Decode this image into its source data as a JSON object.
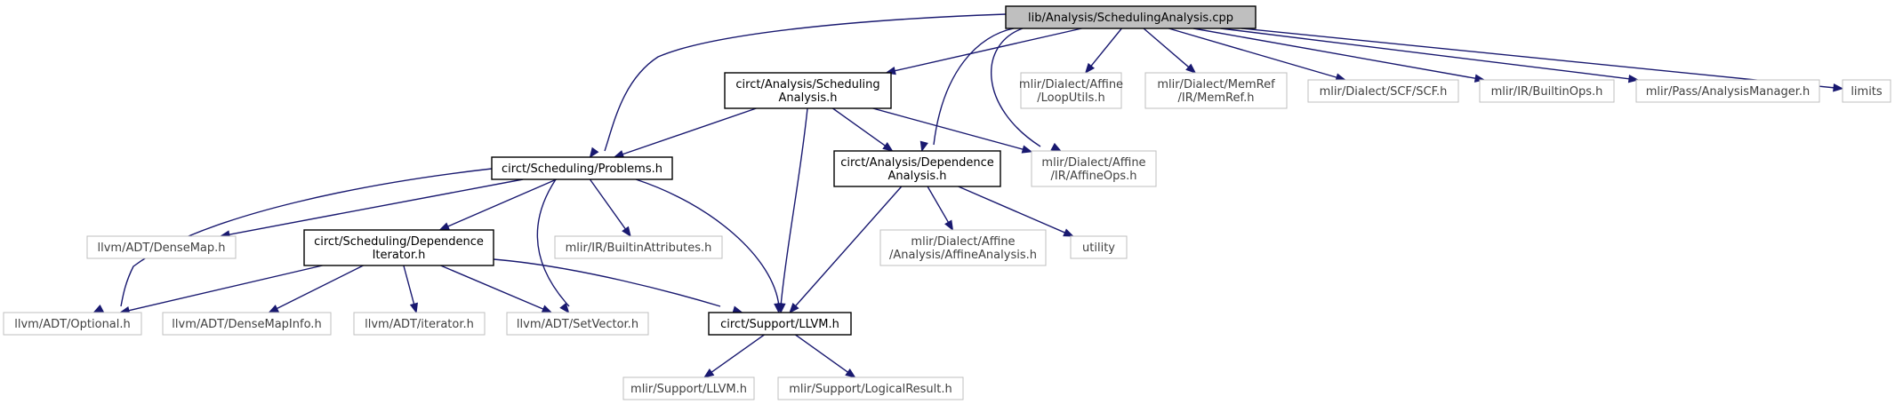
{
  "colors": {
    "edge": "#191970",
    "root_fill": "#bfbfbf",
    "root_border": "#000000",
    "internal_border": "#000000",
    "external_border": "#bfbfbf",
    "internal_text": "#000000",
    "external_text": "#404040",
    "background": "#ffffff"
  },
  "nodes": [
    {
      "id": "root",
      "kind": "root",
      "lines": [
        "lib/Analysis/SchedulingAnalysis.cpp"
      ]
    },
    {
      "id": "sched_analysis_h",
      "kind": "internal",
      "lines": [
        "circt/Analysis/Scheduling",
        "Analysis.h"
      ]
    },
    {
      "id": "loop_utils",
      "kind": "external",
      "lines": [
        "mlir/Dialect/Affine",
        "/LoopUtils.h"
      ]
    },
    {
      "id": "memref",
      "kind": "external",
      "lines": [
        "mlir/Dialect/MemRef",
        "/IR/MemRef.h"
      ]
    },
    {
      "id": "scf",
      "kind": "external",
      "lines": [
        "mlir/Dialect/SCF/SCF.h"
      ]
    },
    {
      "id": "builtin_ops",
      "kind": "external",
      "lines": [
        "mlir/IR/BuiltinOps.h"
      ]
    },
    {
      "id": "analysis_manager",
      "kind": "external",
      "lines": [
        "mlir/Pass/AnalysisManager.h"
      ]
    },
    {
      "id": "limits",
      "kind": "external",
      "lines": [
        "limits"
      ]
    },
    {
      "id": "problems_h",
      "kind": "internal",
      "lines": [
        "circt/Scheduling/Problems.h"
      ]
    },
    {
      "id": "dependence_analysis_h",
      "kind": "internal",
      "lines": [
        "circt/Analysis/Dependence",
        "Analysis.h"
      ]
    },
    {
      "id": "affine_ops",
      "kind": "external",
      "lines": [
        "mlir/Dialect/Affine",
        "/IR/AffineOps.h"
      ]
    },
    {
      "id": "dense_map",
      "kind": "external",
      "lines": [
        "llvm/ADT/DenseMap.h"
      ]
    },
    {
      "id": "dep_iterator_h",
      "kind": "internal",
      "lines": [
        "circt/Scheduling/Dependence",
        "Iterator.h"
      ]
    },
    {
      "id": "builtin_attrs",
      "kind": "external",
      "lines": [
        "mlir/IR/BuiltinAttributes.h"
      ]
    },
    {
      "id": "affine_analysis",
      "kind": "external",
      "lines": [
        "mlir/Dialect/Affine",
        "/Analysis/AffineAnalysis.h"
      ]
    },
    {
      "id": "utility",
      "kind": "external",
      "lines": [
        "utility"
      ]
    },
    {
      "id": "optional",
      "kind": "external",
      "lines": [
        "llvm/ADT/Optional.h"
      ]
    },
    {
      "id": "dense_map_info",
      "kind": "external",
      "lines": [
        "llvm/ADT/DenseMapInfo.h"
      ]
    },
    {
      "id": "iterator",
      "kind": "external",
      "lines": [
        "llvm/ADT/iterator.h"
      ]
    },
    {
      "id": "set_vector",
      "kind": "external",
      "lines": [
        "llvm/ADT/SetVector.h"
      ]
    },
    {
      "id": "support_llvm_h",
      "kind": "internal",
      "lines": [
        "circt/Support/LLVM.h"
      ]
    },
    {
      "id": "mlir_support_llvm",
      "kind": "external",
      "lines": [
        "mlir/Support/LLVM.h"
      ]
    },
    {
      "id": "logical_result",
      "kind": "external",
      "lines": [
        "mlir/Support/LogicalResult.h"
      ]
    }
  ],
  "edges": [
    [
      "root",
      "sched_analysis_h"
    ],
    [
      "root",
      "loop_utils"
    ],
    [
      "root",
      "memref"
    ],
    [
      "root",
      "scf"
    ],
    [
      "root",
      "builtin_ops"
    ],
    [
      "root",
      "analysis_manager"
    ],
    [
      "root",
      "limits"
    ],
    [
      "root",
      "problems_h"
    ],
    [
      "root",
      "dependence_analysis_h"
    ],
    [
      "root",
      "affine_ops"
    ],
    [
      "sched_analysis_h",
      "problems_h"
    ],
    [
      "sched_analysis_h",
      "dependence_analysis_h"
    ],
    [
      "sched_analysis_h",
      "affine_ops"
    ],
    [
      "sched_analysis_h",
      "support_llvm_h"
    ],
    [
      "problems_h",
      "dense_map"
    ],
    [
      "problems_h",
      "dep_iterator_h"
    ],
    [
      "problems_h",
      "builtin_attrs"
    ],
    [
      "problems_h",
      "optional"
    ],
    [
      "problems_h",
      "set_vector"
    ],
    [
      "problems_h",
      "support_llvm_h"
    ],
    [
      "dependence_analysis_h",
      "affine_analysis"
    ],
    [
      "dependence_analysis_h",
      "utility"
    ],
    [
      "dependence_analysis_h",
      "support_llvm_h"
    ],
    [
      "dep_iterator_h",
      "optional"
    ],
    [
      "dep_iterator_h",
      "dense_map_info"
    ],
    [
      "dep_iterator_h",
      "iterator"
    ],
    [
      "dep_iterator_h",
      "set_vector"
    ],
    [
      "dep_iterator_h",
      "support_llvm_h"
    ],
    [
      "support_llvm_h",
      "mlir_support_llvm"
    ],
    [
      "support_llvm_h",
      "logical_result"
    ]
  ]
}
